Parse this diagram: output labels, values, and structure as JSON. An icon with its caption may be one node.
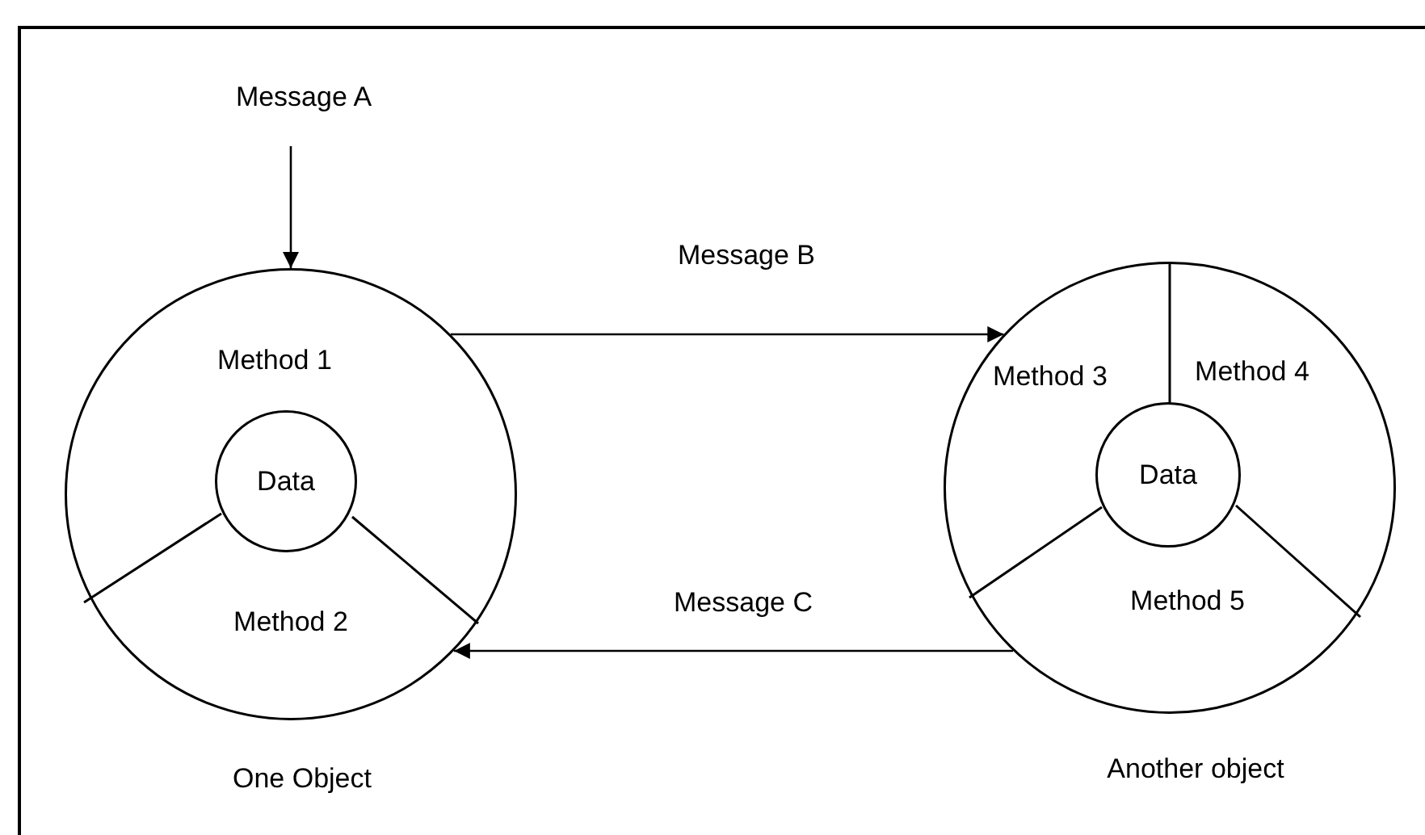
{
  "diagram": {
    "nodes": [
      {
        "text": [
          "Message A"
        ]
      },
      {
        "text": [
          "Method 1",
          "Method 2"
        ],
        "beside": [
          "One Object"
        ]
      },
      {
        "text": [
          "Data"
        ],
        "in": 1
      },
      {
        "text": [
          "Method 3",
          "Method 4",
          "Method 5"
        ],
        "beside": [
          "Another object"
        ]
      },
      {
        "text": [
          "Data"
        ],
        "in": 3
      }
    ],
    "edges": [
      {
        "from": 0,
        "to": 1,
        "arrow": "to"
      },
      {
        "from": 1,
        "to": 3,
        "arrow": "to",
        "label": "Message B"
      },
      {
        "from": 3,
        "to": 1,
        "arrow": "to",
        "label": "Message C"
      }
    ]
  }
}
